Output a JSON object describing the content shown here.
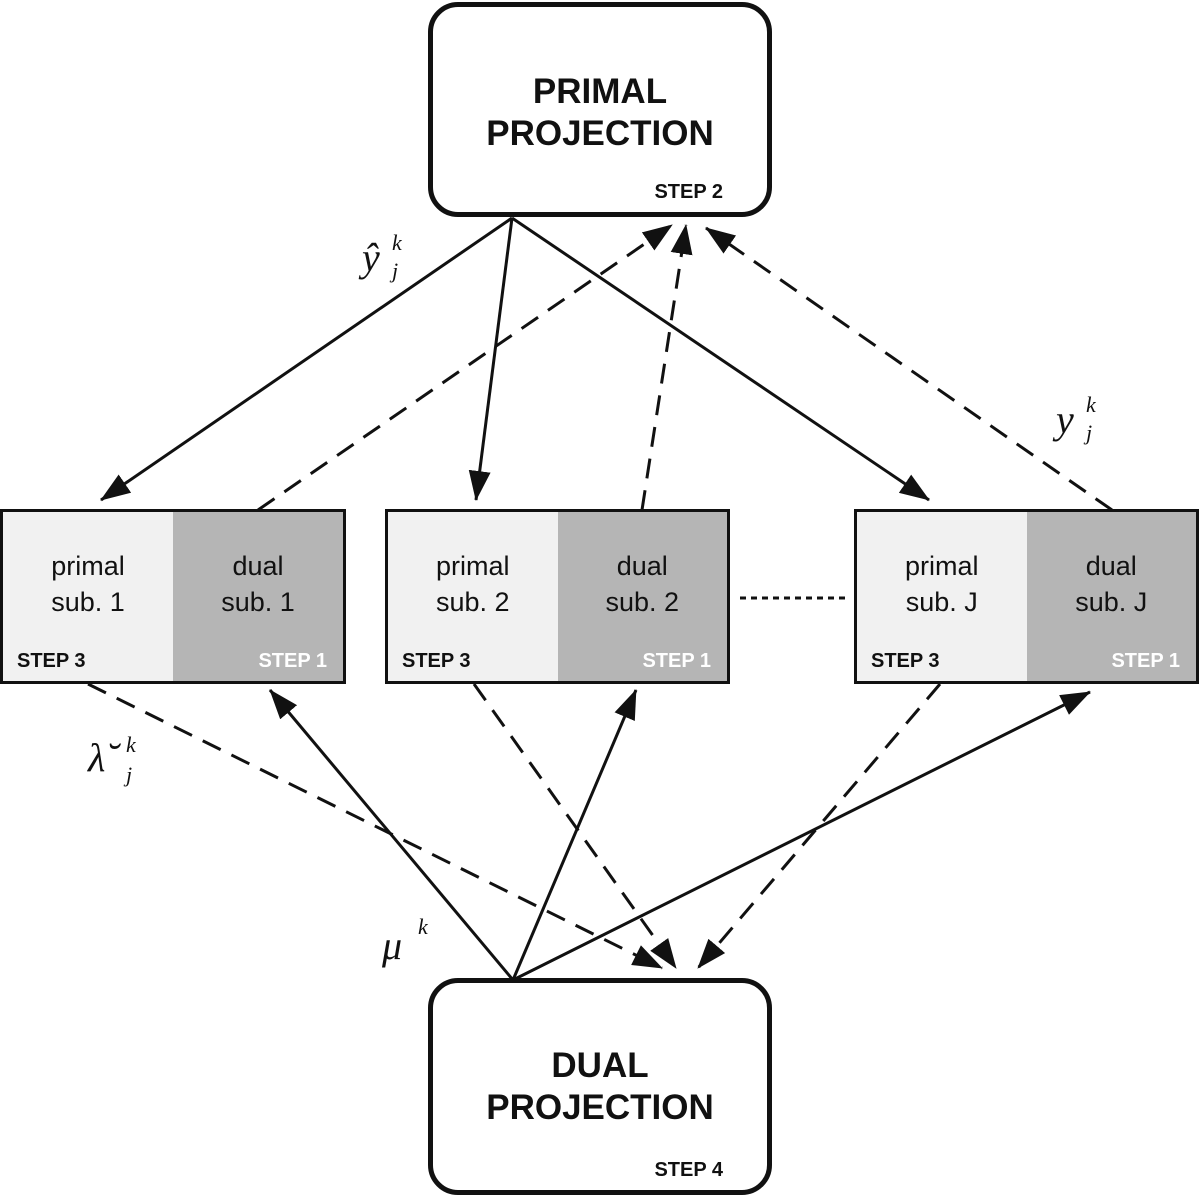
{
  "primal_projection": {
    "title": "PRIMAL\nPROJECTION",
    "step": "STEP 2"
  },
  "dual_projection": {
    "title": "DUAL\nPROJECTION",
    "step": "STEP 4"
  },
  "subproblems": [
    {
      "primal_label": "primal\nsub. 1",
      "dual_label": "dual\nsub. 1",
      "primal_step": "STEP 3",
      "dual_step": "STEP 1"
    },
    {
      "primal_label": "primal\nsub. 2",
      "dual_label": "dual\nsub. 2",
      "primal_step": "STEP 3",
      "dual_step": "STEP 1"
    },
    {
      "primal_label": "primal\nsub. J",
      "dual_label": "dual\nsub. J",
      "primal_step": "STEP 3",
      "dual_step": "STEP 1"
    }
  ],
  "symbols": {
    "y_hat": {
      "base": "ŷ",
      "sup": "k",
      "sub": "j"
    },
    "y": {
      "base": "y",
      "sup": "k",
      "sub": "j"
    },
    "lambda_breve": {
      "base": "λ̆",
      "sup": "k",
      "sub": "j"
    },
    "mu": {
      "base": "μ",
      "sup": "k"
    }
  },
  "colors": {
    "line": "#111111",
    "primal_fill": "#f1f1f1",
    "dual_fill": "#b5b5b5"
  }
}
